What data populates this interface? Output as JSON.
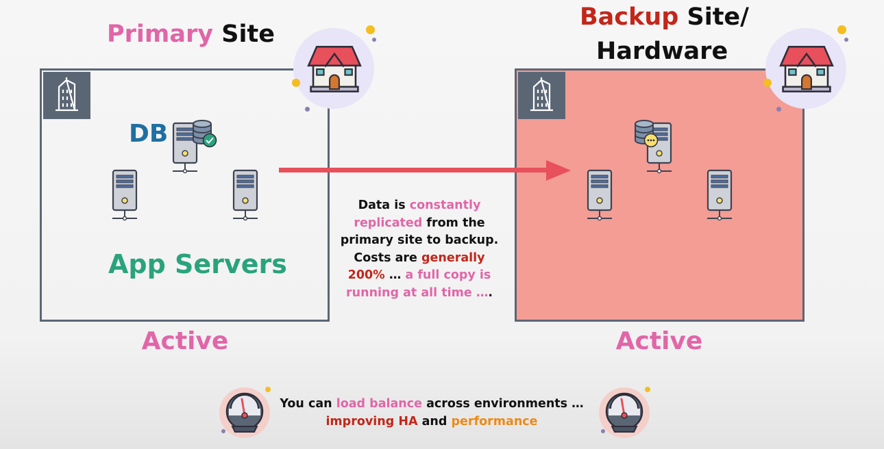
{
  "primary": {
    "title_word1": "Primary",
    "title_word2": "Site",
    "db_label": "DB",
    "app_label": "App Servers",
    "status": "Active"
  },
  "backup": {
    "title_word1": "Backup",
    "title_word2": "Site/",
    "title_line2": "Hardware",
    "status": "Active"
  },
  "description": {
    "p1": "Data is ",
    "p2": "constantly replicated",
    "p3": " from the primary site to backup. Costs are ",
    "p4": "generally 200%",
    "p5": " … ",
    "p6": "a full copy is running at all time …",
    "p7": "."
  },
  "bottom_note": {
    "p1": "You can ",
    "p2": "load balance",
    "p3": " across environments …",
    "p4": "improving HA",
    "p5": " and ",
    "p6": "performance"
  },
  "colors": {
    "pink": "#e066a8",
    "red": "#c2271a",
    "orange": "#ec8a16",
    "green": "#2aa37c",
    "blue": "#1f6fa2",
    "backup_fill": "#f39d95",
    "arrow": "#e8505b",
    "box_border": "#5b6675"
  },
  "icons": [
    "building-icon",
    "house-icon",
    "server-icon",
    "database-icon",
    "check-badge-icon",
    "pending-badge-icon",
    "arrow-icon",
    "gauge-icon"
  ]
}
